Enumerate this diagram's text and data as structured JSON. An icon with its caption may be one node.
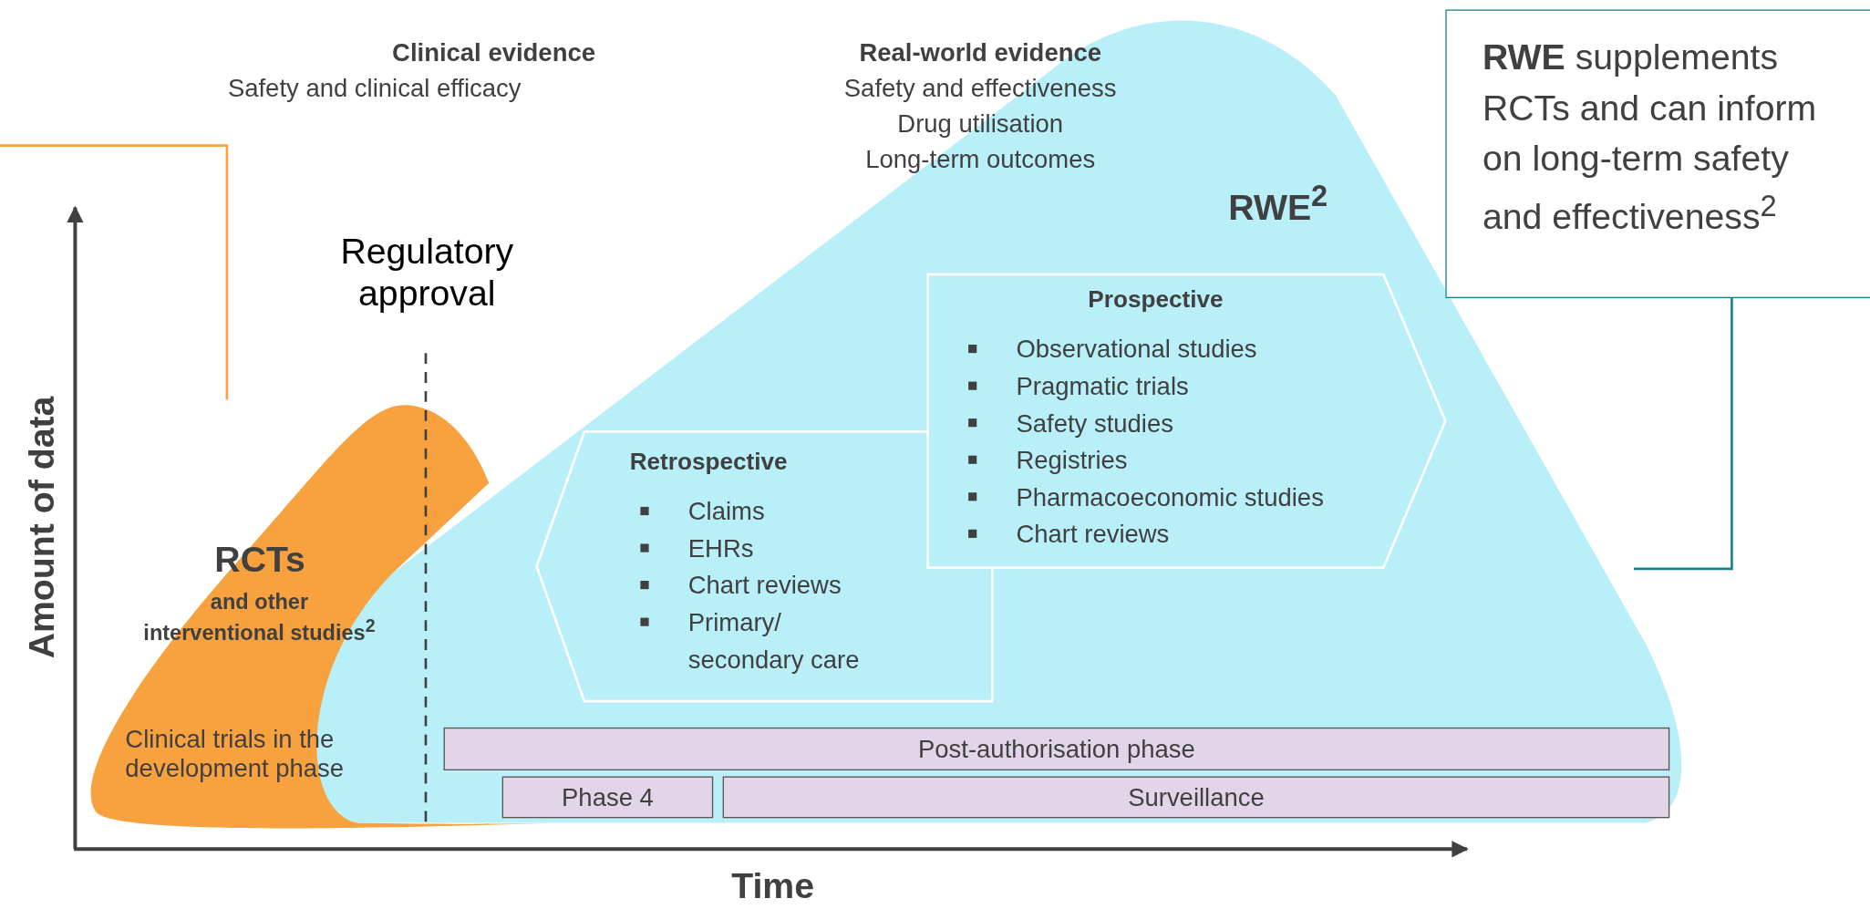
{
  "diagram": {
    "nodes": [
      {
        "text": [
          "RCTs",
          "and other interventional studies$^{2}$",
          "Clinical trials in the development phase"
        ]
      },
      {
        "text": [
          "RWE$^{2}$"
        ]
      },
      {
        "text": [
          "Retrospective",
          "Claims",
          "EHRs",
          "Chart reviews",
          "Primary/ secondary care"
        ],
        "in": 1
      },
      {
        "text": [
          "Prospective",
          "Observational studies",
          "Pragmatic trials",
          "Safety studies",
          "Registries",
          "Pharmacoeconomic studies",
          "Chart reviews"
        ],
        "in": 1
      },
      {
        "text": [
          "Post-authorisation phase"
        ],
        "in": 1
      },
      {
        "text": [
          "Phase 4"
        ],
        "in": 1
      },
      {
        "text": [
          "Surveillance"
        ],
        "in": 1
      },
      {
        "text": [
          "**RWE** supplements RCTs and can inform on long-term safety and effectiveness$^{2}$"
        ]
      }
    ],
    "edges": [
      {
        "from": null,
        "to": 0,
        "arrow": "none",
        "color": "#f7a13f"
      },
      {
        "from": 7,
        "to": 1,
        "arrow": "none",
        "color": "#1a7f8a"
      }
    ],
    "labels": [
      "Clinical evidence",
      "Safety and clinical efficacy",
      "Real-world evidence",
      "Safety and effectiveness",
      "Drug utilisation",
      "Long-term outcomes",
      "Regulatory approval",
      "Amount of data",
      "Time"
    ]
  }
}
